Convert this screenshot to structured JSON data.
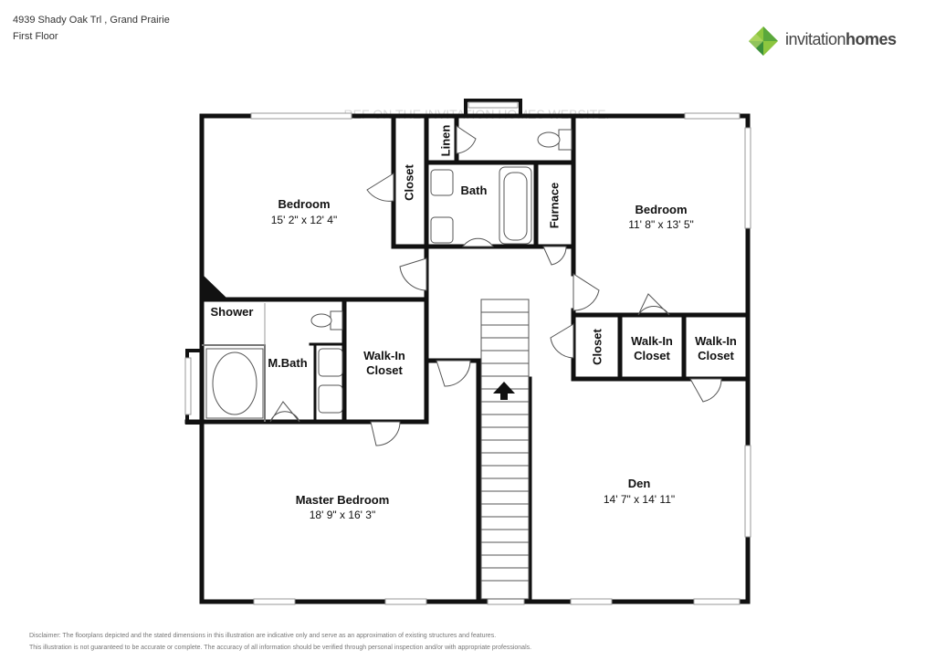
{
  "header": {
    "address": "4939 Shady Oak Trl , Grand Prairie",
    "floor": "First Floor"
  },
  "logo": {
    "text_light": "invitation",
    "text_bold": "homes",
    "colors": {
      "light_green": "#8dc63f",
      "dark_green": "#3a8f3a",
      "text": "#444444"
    }
  },
  "watermark": "REF ON THE INVITATION HOMES WEBSITE.",
  "rooms": {
    "bedroom_left": {
      "name": "Bedroom",
      "dims": "15' 2\" x 12' 4\""
    },
    "bedroom_right": {
      "name": "Bedroom",
      "dims": "11' 8\" x 13' 5\""
    },
    "master_bedroom": {
      "name": "Master Bedroom",
      "dims": "18' 9\" x 16' 3\""
    },
    "den": {
      "name": "Den",
      "dims": "14' 7\" x 14' 11\""
    },
    "bath": "Bath",
    "linen": "Linen",
    "closet_top": "Closet",
    "furnace": "Furnace",
    "shower": "Shower",
    "mbath": "M.Bath",
    "walkin_center": [
      "Walk-In",
      "Closet"
    ],
    "closet_right": "Closet",
    "walkin_right_1": [
      "Walk-In",
      "Closet"
    ],
    "walkin_right_2": [
      "Walk-In",
      "Closet"
    ]
  },
  "disclaimer": {
    "line1": "Disclaimer: The floorplans depicted and the stated dimensions in this illustration are indicative only and serve as an approximation of existing structures and features.",
    "line2": "This illustration is not guaranteed to be accurate or complete. The accuracy of all information should be verified through personal inspection and/or with appropriate professionals."
  }
}
